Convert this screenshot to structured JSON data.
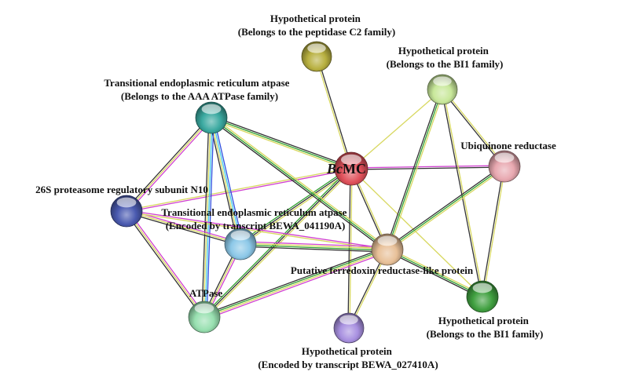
{
  "center": {
    "prefix": "Bc",
    "suffix": "MC"
  },
  "labels": {
    "peptidase_c2": [
      "Hypothetical protein",
      "(Belongs to the peptidase C2 family)"
    ],
    "bi1_top": [
      "Hypothetical protein",
      "(Belongs to the BI1 family)"
    ],
    "ter_aaa": [
      "Transitional endoplasmic reticulum atpase",
      "(Belongs to the AAA ATPase family)"
    ],
    "ubiquinone": [
      "Ubiquinone reductase"
    ],
    "proteasome": [
      "26S proteasome regulatory subunit N10"
    ],
    "ter_041190": [
      "Transitional endoplasmic reticulum atpase",
      "(Encoded by transcript BEWA_041190A)"
    ],
    "ferredoxin": [
      "Putative ferredoxin reductase-like protein"
    ],
    "atpase": [
      "ATPase"
    ],
    "bi1_bottom": [
      "Hypothetical protein",
      "(Belongs to the BI1 family)"
    ],
    "hyp_027410": [
      "Hypothetical protein",
      "(Encoded by transcript BEWA_027410A)"
    ]
  },
  "node_colors": {
    "bcmc": "#e0505a",
    "peptidase_c2": "#b8b040",
    "bi1_top": "#c8e89a",
    "ter_aaa": "#3aa9a0",
    "ubiquinone": "#e8a8b0",
    "proteasome": "#4a5ab0",
    "ter_041190": "#8cc8e8",
    "ferredoxin": "#e8c098",
    "atpase": "#98e0b0",
    "bi1_bottom": "#40a040",
    "hyp_027410": "#a890e0"
  },
  "edge_colors": {
    "yellow": "#d8d860",
    "black": "#333333",
    "green": "#30a030",
    "magenta": "#d040d0",
    "blue": "#3050e0",
    "cyan": "#40c8e8",
    "purple": "#7040c0"
  },
  "edges": [
    {
      "a": "bcmc",
      "b": "peptidase_c2",
      "colors": [
        "yellow",
        "black"
      ]
    },
    {
      "a": "bcmc",
      "b": "bi1_top",
      "colors": [
        "yellow"
      ]
    },
    {
      "a": "bcmc",
      "b": "ter_aaa",
      "colors": [
        "yellow",
        "green",
        "black"
      ]
    },
    {
      "a": "bcmc",
      "b": "ubiquinone",
      "colors": [
        "magenta",
        "black"
      ]
    },
    {
      "a": "bcmc",
      "b": "proteasome",
      "colors": [
        "magenta",
        "yellow"
      ]
    },
    {
      "a": "bcmc",
      "b": "ter_041190",
      "colors": [
        "yellow",
        "black",
        "green"
      ]
    },
    {
      "a": "bcmc",
      "b": "ferredoxin",
      "colors": [
        "yellow",
        "black"
      ]
    },
    {
      "a": "bcmc",
      "b": "atpase",
      "colors": [
        "yellow",
        "black",
        "green"
      ]
    },
    {
      "a": "bcmc",
      "b": "bi1_bottom",
      "colors": [
        "yellow"
      ]
    },
    {
      "a": "bcmc",
      "b": "hyp_027410",
      "colors": [
        "yellow",
        "black"
      ]
    },
    {
      "a": "bi1_top",
      "b": "ferredoxin",
      "colors": [
        "yellow",
        "green",
        "black"
      ]
    },
    {
      "a": "bi1_top",
      "b": "ubiquinone",
      "colors": [
        "yellow",
        "black"
      ]
    },
    {
      "a": "bi1_top",
      "b": "bi1_bottom",
      "colors": [
        "yellow",
        "black"
      ]
    },
    {
      "a": "ter_aaa",
      "b": "proteasome",
      "colors": [
        "magenta",
        "yellow",
        "black"
      ]
    },
    {
      "a": "ter_aaa",
      "b": "ter_041190",
      "colors": [
        "blue",
        "cyan",
        "yellow",
        "black"
      ]
    },
    {
      "a": "ter_aaa",
      "b": "atpase",
      "colors": [
        "blue",
        "cyan",
        "yellow",
        "black"
      ]
    },
    {
      "a": "ter_aaa",
      "b": "ferredoxin",
      "colors": [
        "yellow",
        "green",
        "black"
      ]
    },
    {
      "a": "proteasome",
      "b": "ter_041190",
      "colors": [
        "magenta",
        "yellow",
        "black"
      ]
    },
    {
      "a": "proteasome",
      "b": "atpase",
      "colors": [
        "magenta",
        "yellow",
        "black"
      ]
    },
    {
      "a": "proteasome",
      "b": "ferredoxin",
      "colors": [
        "magenta",
        "yellow"
      ]
    },
    {
      "a": "ter_041190",
      "b": "atpase",
      "colors": [
        "magenta",
        "yellow",
        "black"
      ]
    },
    {
      "a": "ter_041190",
      "b": "ferredoxin",
      "colors": [
        "magenta",
        "yellow",
        "green",
        "black"
      ]
    },
    {
      "a": "ubiquinone",
      "b": "ferredoxin",
      "colors": [
        "yellow",
        "green",
        "black"
      ]
    },
    {
      "a": "ubiquinone",
      "b": "bi1_bottom",
      "colors": [
        "yellow",
        "black"
      ]
    },
    {
      "a": "ferredoxin",
      "b": "atpase",
      "colors": [
        "magenta",
        "yellow",
        "green",
        "black"
      ]
    },
    {
      "a": "ferredoxin",
      "b": "bi1_bottom",
      "colors": [
        "yellow",
        "green",
        "black"
      ]
    },
    {
      "a": "ferredoxin",
      "b": "hyp_027410",
      "colors": [
        "yellow",
        "black"
      ]
    }
  ]
}
